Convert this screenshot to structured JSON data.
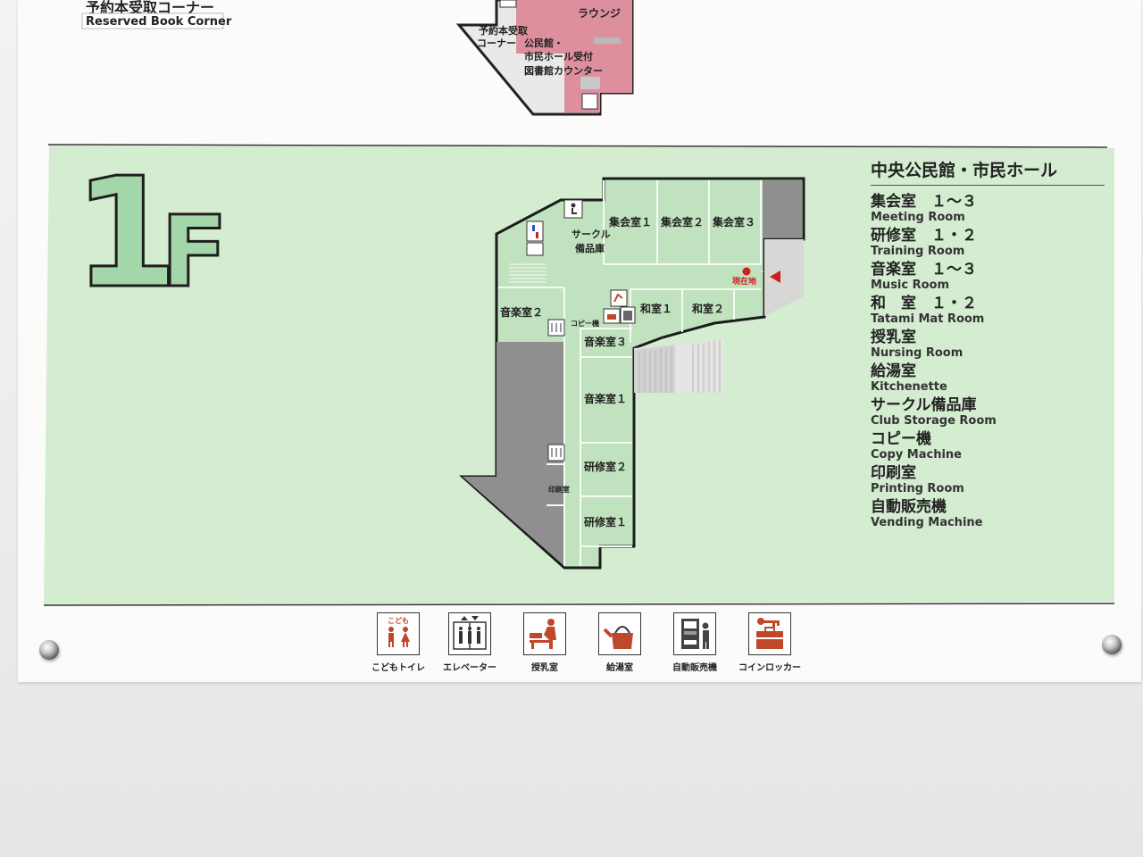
{
  "upper_floor": {
    "reserved_corner_jp": "予約本受取コーナー",
    "reserved_corner_en": "Reserved Book Corner",
    "lounge": "ラウンジ",
    "counter_lines": [
      "予約本受取",
      "コーナー",
      "公民館・",
      "市民ホール受付",
      "図書館カウンター"
    ]
  },
  "floor_label": {
    "number": "1",
    "letter": "F"
  },
  "map_rooms": {
    "meeting1": "集会室１",
    "meeting2": "集会室２",
    "meeting3": "集会室３",
    "circle_line1": "サークル",
    "circle_line2": "備品庫",
    "music2": "音楽室２",
    "music3": "音楽室３",
    "music1": "音楽室１",
    "tatami1": "和室１",
    "tatami2": "和室２",
    "copy": "コピー機",
    "training2": "研修室２",
    "training1": "研修室１",
    "printing": "印刷室",
    "current_location": "現在地"
  },
  "legend": {
    "title": "中央公民館・市民ホール",
    "items": [
      {
        "jp": "集会室　１～３",
        "en": "Meeting Room"
      },
      {
        "jp": "研修室　１・２",
        "en": "Training Room"
      },
      {
        "jp": "音楽室　１～３",
        "en": "Music Room"
      },
      {
        "jp": "和　室　１・２",
        "en": "Tatami Mat Room"
      },
      {
        "jp": "授乳室",
        "en": "Nursing Room"
      },
      {
        "jp": "給湯室",
        "en": "Kitchenette"
      },
      {
        "jp": "サークル備品庫",
        "en": "Club Storage Room"
      },
      {
        "jp": "コピー機",
        "en": "Copy Machine"
      },
      {
        "jp": "印刷室",
        "en": "Printing Room"
      },
      {
        "jp": "自動販売機",
        "en": "Vending Machine"
      }
    ]
  },
  "icons": {
    "kids_badge": "こども",
    "kids_toilet": "こどもトイレ",
    "elevator": "エレベーター",
    "nursing": "授乳室",
    "kitchenette": "給湯室",
    "vending": "自動販売機",
    "locker": "コインロッカー"
  },
  "colors": {
    "floor_green": "#d4ecd0",
    "room_green": "#a9d8ac",
    "upper_pink": "#de8f9e",
    "gray_area": "#8f8f8f",
    "accent_red": "#cc1f1f",
    "icon_orange": "#c0482a"
  }
}
